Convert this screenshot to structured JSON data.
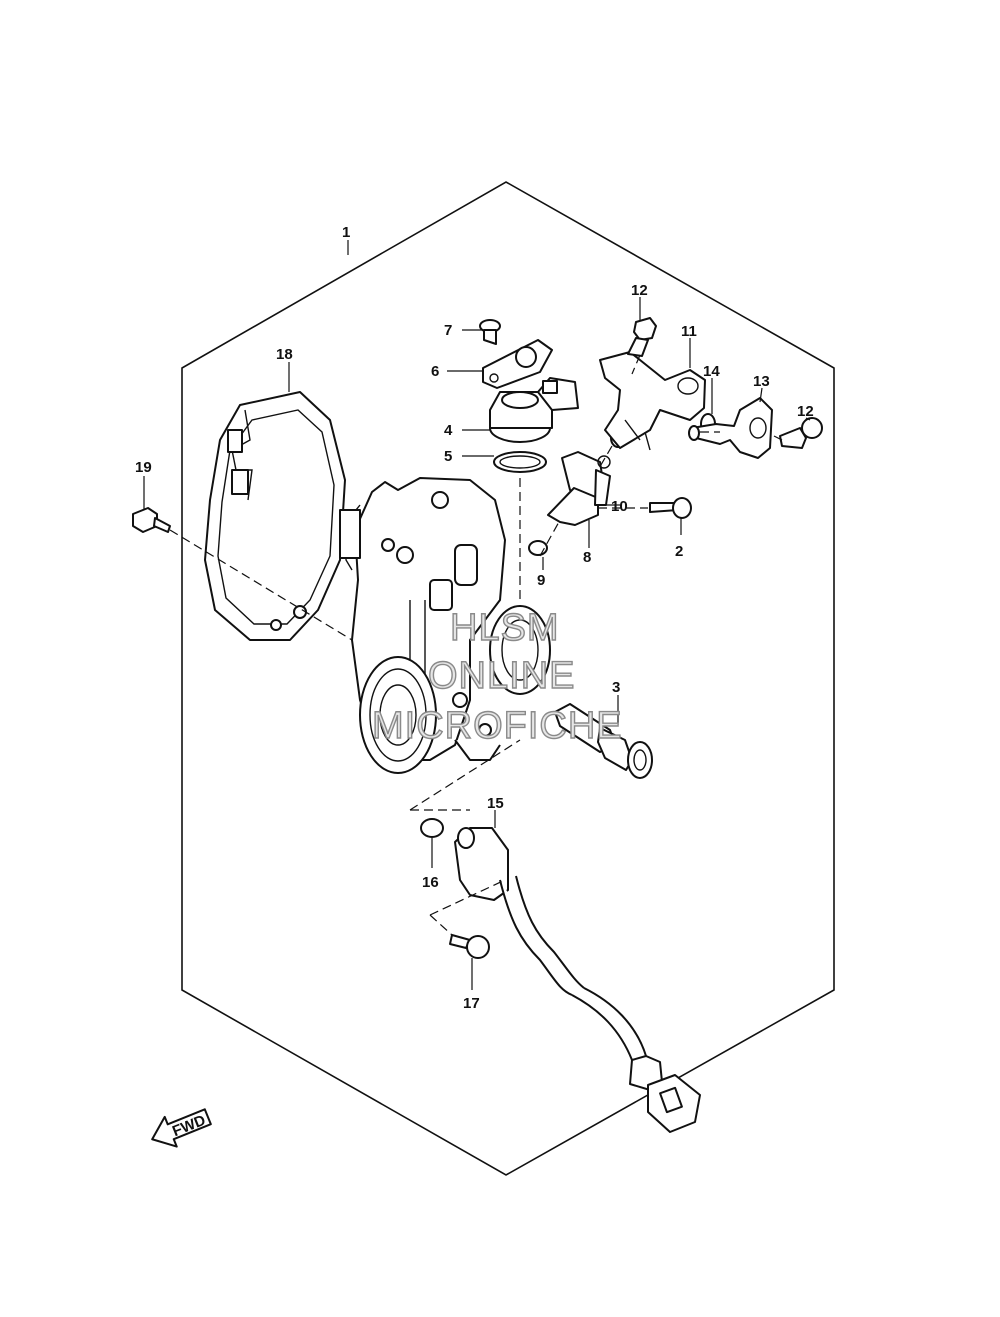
{
  "callouts": [
    {
      "id": "c1",
      "number": "1"
    },
    {
      "id": "c2",
      "number": "2"
    },
    {
      "id": "c3",
      "number": "3"
    },
    {
      "id": "c4",
      "number": "4"
    },
    {
      "id": "c5",
      "number": "5"
    },
    {
      "id": "c6",
      "number": "6"
    },
    {
      "id": "c7",
      "number": "7"
    },
    {
      "id": "c8",
      "number": "8"
    },
    {
      "id": "c9",
      "number": "9"
    },
    {
      "id": "c10",
      "number": "10"
    },
    {
      "id": "c11",
      "number": "11"
    },
    {
      "id": "c12a",
      "number": "12"
    },
    {
      "id": "c12b",
      "number": "12"
    },
    {
      "id": "c13",
      "number": "13"
    },
    {
      "id": "c14",
      "number": "14"
    },
    {
      "id": "c15",
      "number": "15"
    },
    {
      "id": "c16",
      "number": "16"
    },
    {
      "id": "c17",
      "number": "17"
    },
    {
      "id": "c18",
      "number": "18"
    },
    {
      "id": "c19",
      "number": "19"
    }
  ],
  "watermark": [
    "HLSM",
    "ONLINE",
    "MICROFICHE"
  ],
  "fwd_label": "FWD",
  "colors": {
    "line": "#111111",
    "background": "#ffffff",
    "watermark": "#8a8a8a"
  }
}
